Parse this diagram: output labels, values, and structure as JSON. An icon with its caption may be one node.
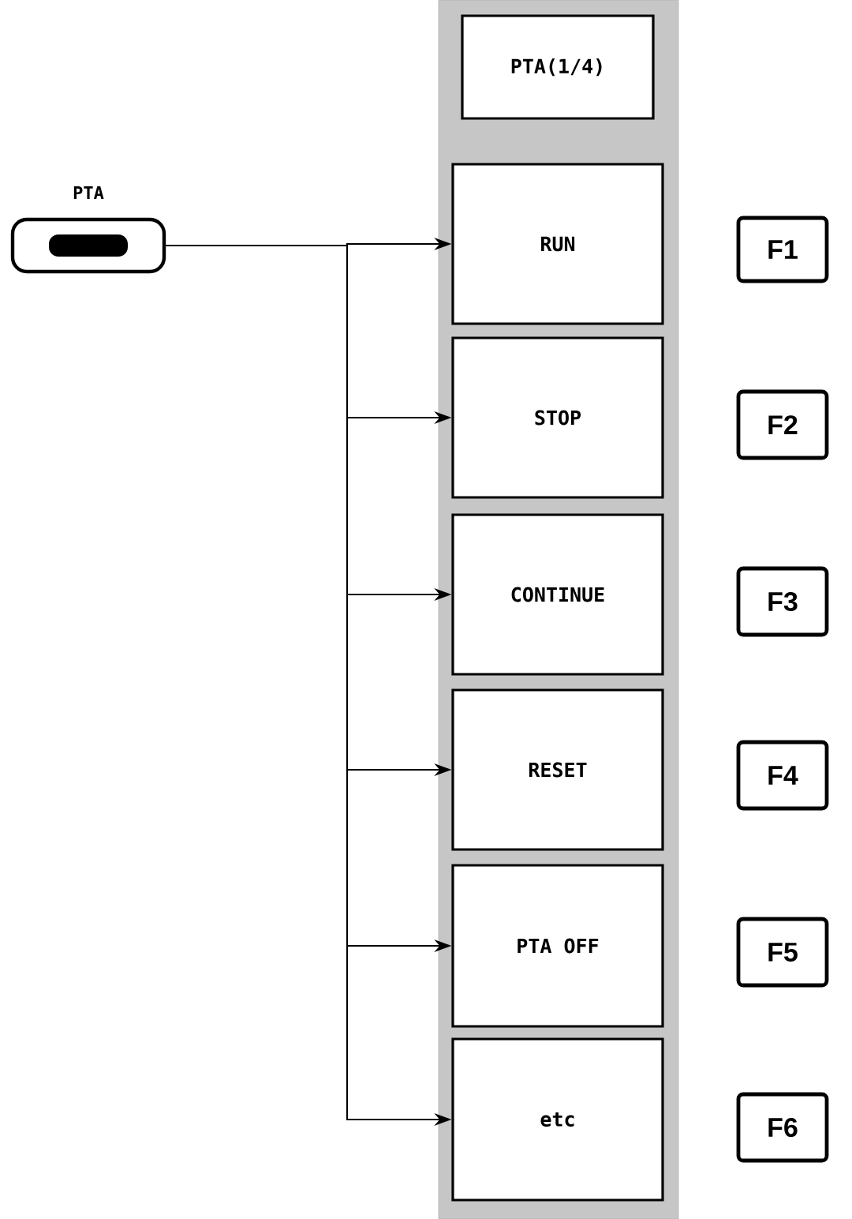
{
  "diagram": {
    "nodes": [
      {
        "text": [],
        "shape": "box"
      },
      {
        "text": [
          "PTA(1/4)"
        ],
        "in": 0
      },
      {
        "text": [
          "RUN"
        ],
        "in": 0
      },
      {
        "text": [
          "STOP"
        ],
        "in": 0
      },
      {
        "text": [
          "CONTINUE"
        ],
        "in": 0
      },
      {
        "text": [
          "RESET"
        ],
        "in": 0
      },
      {
        "text": [
          "PTA OFF"
        ],
        "in": 0
      },
      {
        "text": [
          "etc"
        ],
        "in": 0
      },
      {
        "text": [
          "PTA"
        ]
      },
      {
        "text": [
          "F1"
        ]
      },
      {
        "text": [
          "F2"
        ]
      },
      {
        "text": [
          "F3"
        ]
      },
      {
        "text": [
          "F4"
        ]
      },
      {
        "text": [
          "F5"
        ]
      },
      {
        "text": [
          "F6"
        ]
      }
    ],
    "edges": [
      {
        "from": 8,
        "to": 2,
        "arrow": "to"
      },
      {
        "from": 8,
        "to": 3,
        "arrow": "to"
      },
      {
        "from": 8,
        "to": 4,
        "arrow": "to"
      },
      {
        "from": 8,
        "to": 5,
        "arrow": "to"
      },
      {
        "from": 8,
        "to": 6,
        "arrow": "to"
      },
      {
        "from": 8,
        "to": 7,
        "arrow": "to"
      }
    ]
  }
}
